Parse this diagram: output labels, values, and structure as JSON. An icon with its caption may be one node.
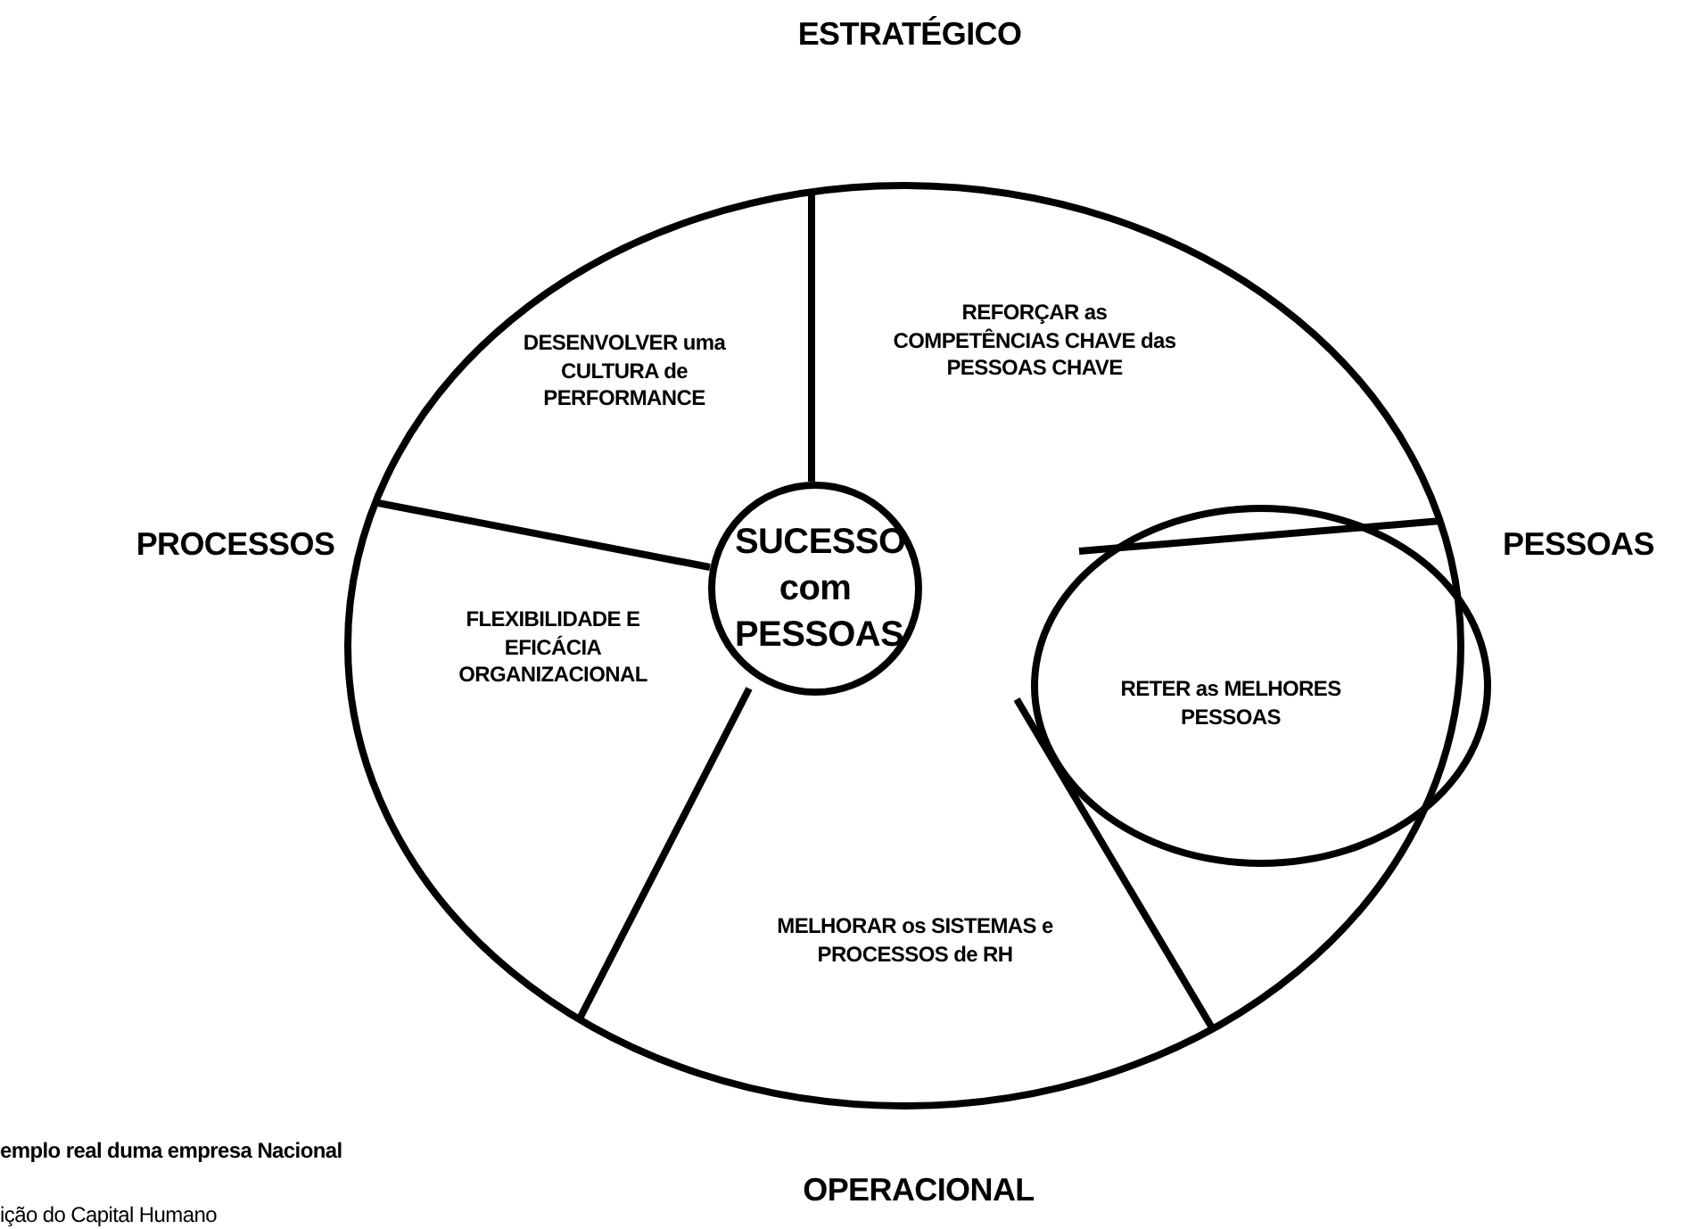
{
  "diagram": {
    "nodes": [
      {
        "text": [
          "SUCESSO com PESSOAS"
        ]
      },
      {
        "text": [
          "DESENVOLVER uma CULTURA de PERFORMANCE"
        ]
      },
      {
        "text": [
          "REFORÇAR as COMPETÊNCIAS CHAVE das PESSOAS CHAVE"
        ]
      },
      {
        "text": [
          "FLEXIBILIDADE E EFICÁCIA ORGANIZACIONAL"
        ]
      },
      {
        "text": [
          "RETER as MELHORES PESSOAS"
        ]
      },
      {
        "text": [
          "MELHORAR os SISTEMAS e PROCESSOS de RH"
        ]
      }
    ],
    "edges": [],
    "labels": [
      "ESTRATÉGICO",
      "PROCESSOS",
      "PESSOAS",
      "OPERACIONAL",
      "emplo real duma empresa Nacional",
      "ição do Capital Humano"
    ]
  }
}
